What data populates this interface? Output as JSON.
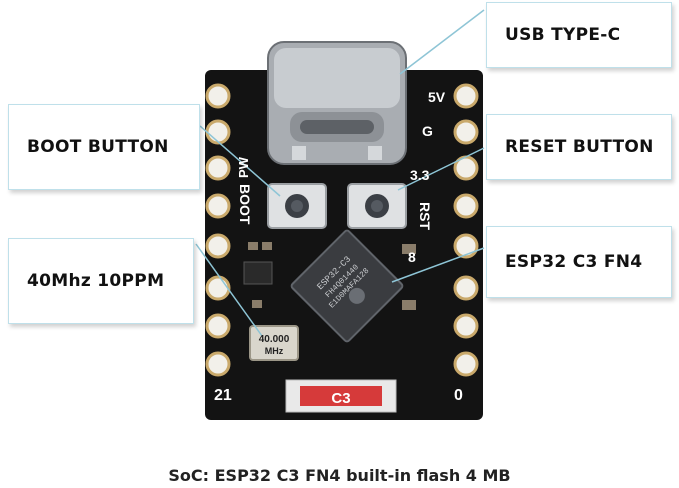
{
  "callouts": {
    "usb": "USB TYPE-C",
    "boot": "BOOT BUTTON",
    "reset": "RESET BUTTON",
    "crystal": "40Mhz 10PPM",
    "soc": "ESP32 C3 FN4"
  },
  "silkscreen": {
    "pin_5v": "5V",
    "pin_g": "G",
    "pin_33": "3.3",
    "pin_pw": "PW",
    "pin_boot": "BOOT",
    "pin_rst": "RST",
    "pin_8": "8",
    "pin_21": "21",
    "pin_0": "0"
  },
  "crystal_label": {
    "line1": "40.000",
    "line2": "MHz"
  },
  "chip_marking": {
    "brand": "ESP32-C3",
    "line2": "FH4Q01440",
    "line3": "E1D0MAFA128"
  },
  "antenna_label": "C3",
  "caption": "SoC: ESP32 C3 FN4 built-in flash 4 MB",
  "colors": {
    "board": "#131313",
    "pad": "#f2f0ea",
    "pad_ring": "#c9a96b",
    "callout_border": "#bfe0ea",
    "leader_line": "#8ec5d6",
    "antenna": "#d63a3a"
  }
}
